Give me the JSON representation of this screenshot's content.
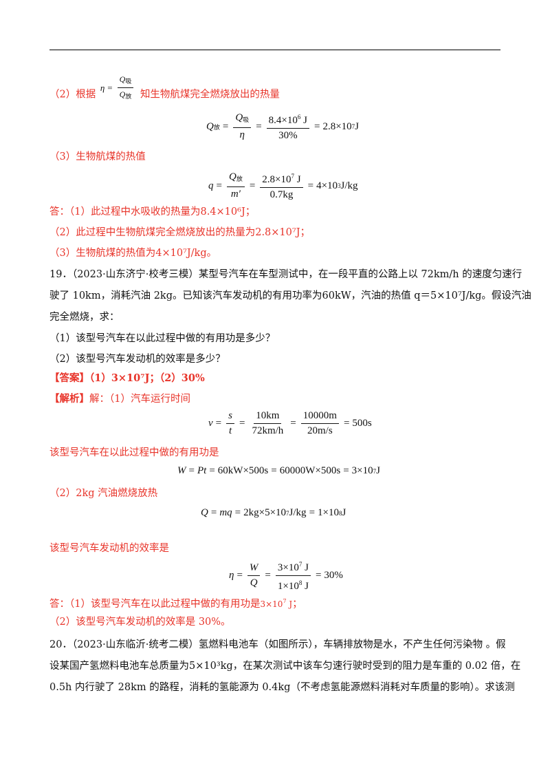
{
  "p2_prefix": "（2）根据",
  "p2_suffix": "知生物航煤完全燃烧放出的热量",
  "eta": "η",
  "Q": "Q",
  "sub_absorb": "吸",
  "sub_release": "放",
  "eq_q_release": {
    "num": "8.4×10",
    "num_exp": "6",
    "num_unit": " J",
    "den": "30%",
    "rhs": "2.8×10",
    "rhs_exp": "7",
    "rhs_unit": " J"
  },
  "p3_label": "（3）生物航煤的热值",
  "eq_q_heat": {
    "lhs": "q",
    "den_var": "m′",
    "num": "2.8×10",
    "num_exp": "7",
    "num_unit": " J",
    "den": "0.7kg",
    "rhs": "4×10",
    "rhs_exp": "3",
    "rhs_unit": " J/kg"
  },
  "ans_1": "答：（1）此过程中水吸收的热量为8.4×10⁶J；",
  "ans_2": "（2）此过程中生物航煤完全燃烧放出的热量为2.8×10⁷J；",
  "ans_3": "（3）生物航煤的热值为4×10⁷J/kg。",
  "q19_line1": "19．（2023·山东济宁·校考三模）某型号汽车在车型测试中，在一段平直的公路上以 72km/h 的速度匀速行",
  "q19_line2": "驶了 10km，消耗汽油 2kg。已知该汽车发动机的有用功率为60kW，汽油的热值 q＝5×10⁷J/kg。假设汽油",
  "q19_line3": "完全燃烧，求：",
  "q19_sub1": "（1）该型号汽车在以此过程中做的有用功是多少？",
  "q19_sub2": "（2）该型号汽车发动机的效率是多少？",
  "answer_tag": "【答案】",
  "answer_text": "（1）3×10⁷J；（2）30%",
  "analysis_tag": "【解析】",
  "analysis_text": "解：（1）汽车运行时间",
  "eq_time": {
    "v": "v",
    "s": "s",
    "t": "t",
    "f1_num": "10km",
    "f1_den": "72km/h",
    "f2_num": "10000m",
    "f2_den": "20m/s",
    "rhs": "500s"
  },
  "work_label": "该型号汽车在以此过程中做的有用功是",
  "eq_work": {
    "lhs": "W",
    "pt": "Pt",
    "rhs1": "60kW×500s",
    "rhs2": "60000W×500s",
    "rhs3": "3×10",
    "rhs3_exp": "7",
    "rhs3_unit": " J"
  },
  "heat_label": "（2）2kg 汽油燃烧放热",
  "eq_heat": {
    "lhs": "Q",
    "mq": "mq",
    "rhs1": "2kg×5×10",
    "rhs1_exp": "7",
    "rhs1_unit": " J/kg",
    "rhs2": "1×10",
    "rhs2_exp": "8",
    "rhs2_unit": " J"
  },
  "eff_label": "该型号汽车发动机的效率是",
  "eq_eff": {
    "num_var": "W",
    "den_var": "Q",
    "num": "3×10",
    "num_exp": "7",
    "num_unit": " J",
    "den": "1×10",
    "den_exp": "8",
    "den_unit": " J",
    "rhs": "30%"
  },
  "final_1_prefix": "答：（1）该型号汽车在以此过程中做的有用功是",
  "final_1_val": "3×10",
  "final_1_exp": "7",
  "final_1_unit": " J",
  "final_1_end": "；",
  "final_2": "（2）该型号汽车发动机的效率是 30%。",
  "q20_line1": "20．（2023·山东临沂·统考二模）氢燃料电池车（如图所示），车辆排放物是水，不产生任何污染物 。假",
  "q20_line2": "设某国产氢燃料电池车总质量为5×10³kg，在某次测试中该车匀速行驶时受到的阻力是车重的 0.02 倍，在",
  "q20_line3": "0.5h 内行驶了 28km 的路程，消耗的氢能源为 0.4kg（不考虑氢能源燃料消耗对车质量的影响）。求该测"
}
